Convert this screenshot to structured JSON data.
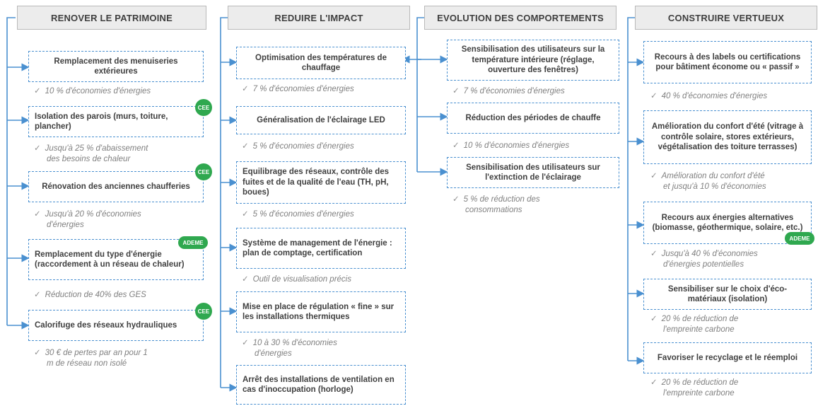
{
  "columns": [
    {
      "header": "RENOVER LE PATRIMOINE",
      "items": [
        {
          "label": "Remplacement des menuiseries extérieures",
          "note": [
            "10 % d'économies d'énergies"
          ]
        },
        {
          "label": "Isolation des parois (murs, toiture, plancher)",
          "badge": "CEE",
          "note": [
            "Jusqu'à 25 % d'abaissement",
            "des besoins de chaleur"
          ]
        },
        {
          "label": "Rénovation des anciennes chaufferies",
          "badge": "CEE",
          "note": [
            "Jusqu'à 20 % d'économies",
            "d'énergies"
          ]
        },
        {
          "label": "Remplacement du type d'énergie (raccordement à un réseau de chaleur)",
          "badge": "ADEME",
          "note": [
            "Réduction de 40% des GES"
          ]
        },
        {
          "label": "Calorifuge des réseaux hydrauliques",
          "badge": "CEE",
          "note": [
            "30 € de pertes par an pour 1",
            "m de réseau non isolé"
          ]
        }
      ]
    },
    {
      "header": "REDUIRE L'IMPACT",
      "items": [
        {
          "label": "Optimisation des températures de chauffage",
          "note": [
            "7 % d'économies d'énergies"
          ]
        },
        {
          "label": "Généralisation de l'éclairage LED",
          "note": [
            "5 % d'économies d'énergies"
          ]
        },
        {
          "label": "Equilibrage des réseaux, contrôle des fuites et de la qualité de l'eau (TH, pH, boues)",
          "note": [
            "5 % d'économies d'énergies"
          ]
        },
        {
          "label": "Système de management de l'énergie : plan de comptage, certification",
          "note": [
            "Outil de visualisation précis"
          ]
        },
        {
          "label": "Mise en place de régulation « fine » sur les installations thermiques",
          "note": [
            "10 à 30 % d'économies",
            "d'énergies"
          ]
        },
        {
          "label": "Arrêt des installations de ventilation en cas d'inoccupation (horloge)"
        }
      ]
    },
    {
      "header": "EVOLUTION DES COMPORTEMENTS",
      "items": [
        {
          "label": "Sensibilisation des utilisateurs sur la température intérieure (réglage, ouverture des fenêtres)",
          "note": [
            "7 % d'économies d'énergies"
          ]
        },
        {
          "label": "Réduction des périodes de chauffe",
          "note": [
            "10 % d'économies d'énergies"
          ]
        },
        {
          "label": "Sensibilisation des utilisateurs sur l'extinction de l'éclairage",
          "note": [
            "5 % de réduction des",
            "consommations"
          ]
        }
      ]
    },
    {
      "header": "CONSTRUIRE VERTUEUX",
      "items": [
        {
          "label": "Recours à des labels ou certifications pour bâtiment économe ou « passif »",
          "note": [
            "40 % d'économies d'énergies"
          ]
        },
        {
          "label": "Amélioration du confort d'été (vitrage à contrôle solaire, stores extérieurs, végétalisation des toiture terrasses)",
          "note": [
            "Amélioration du confort d'été",
            "et jusqu'à 10 % d'économies"
          ]
        },
        {
          "label": "Recours aux énergies alternatives (biomasse, géothermique, solaire, etc.)",
          "badge": "ADEME",
          "note": [
            "Jusqu'à 40 % d'économies",
            "d'énergies potentielles"
          ]
        },
        {
          "label": "Sensibiliser sur le choix d'éco-matériaux (isolation)",
          "note": [
            "20 % de réduction de",
            "l'empreinte carbone"
          ]
        },
        {
          "label": "Favoriser le recyclage et le réemploi",
          "note": [
            "20 % de réduction de",
            "l'empreinte carbone"
          ]
        }
      ]
    }
  ],
  "colors": {
    "line": "#4a90d0",
    "badge": "#2fa84f",
    "header_bg": "#ececec"
  }
}
